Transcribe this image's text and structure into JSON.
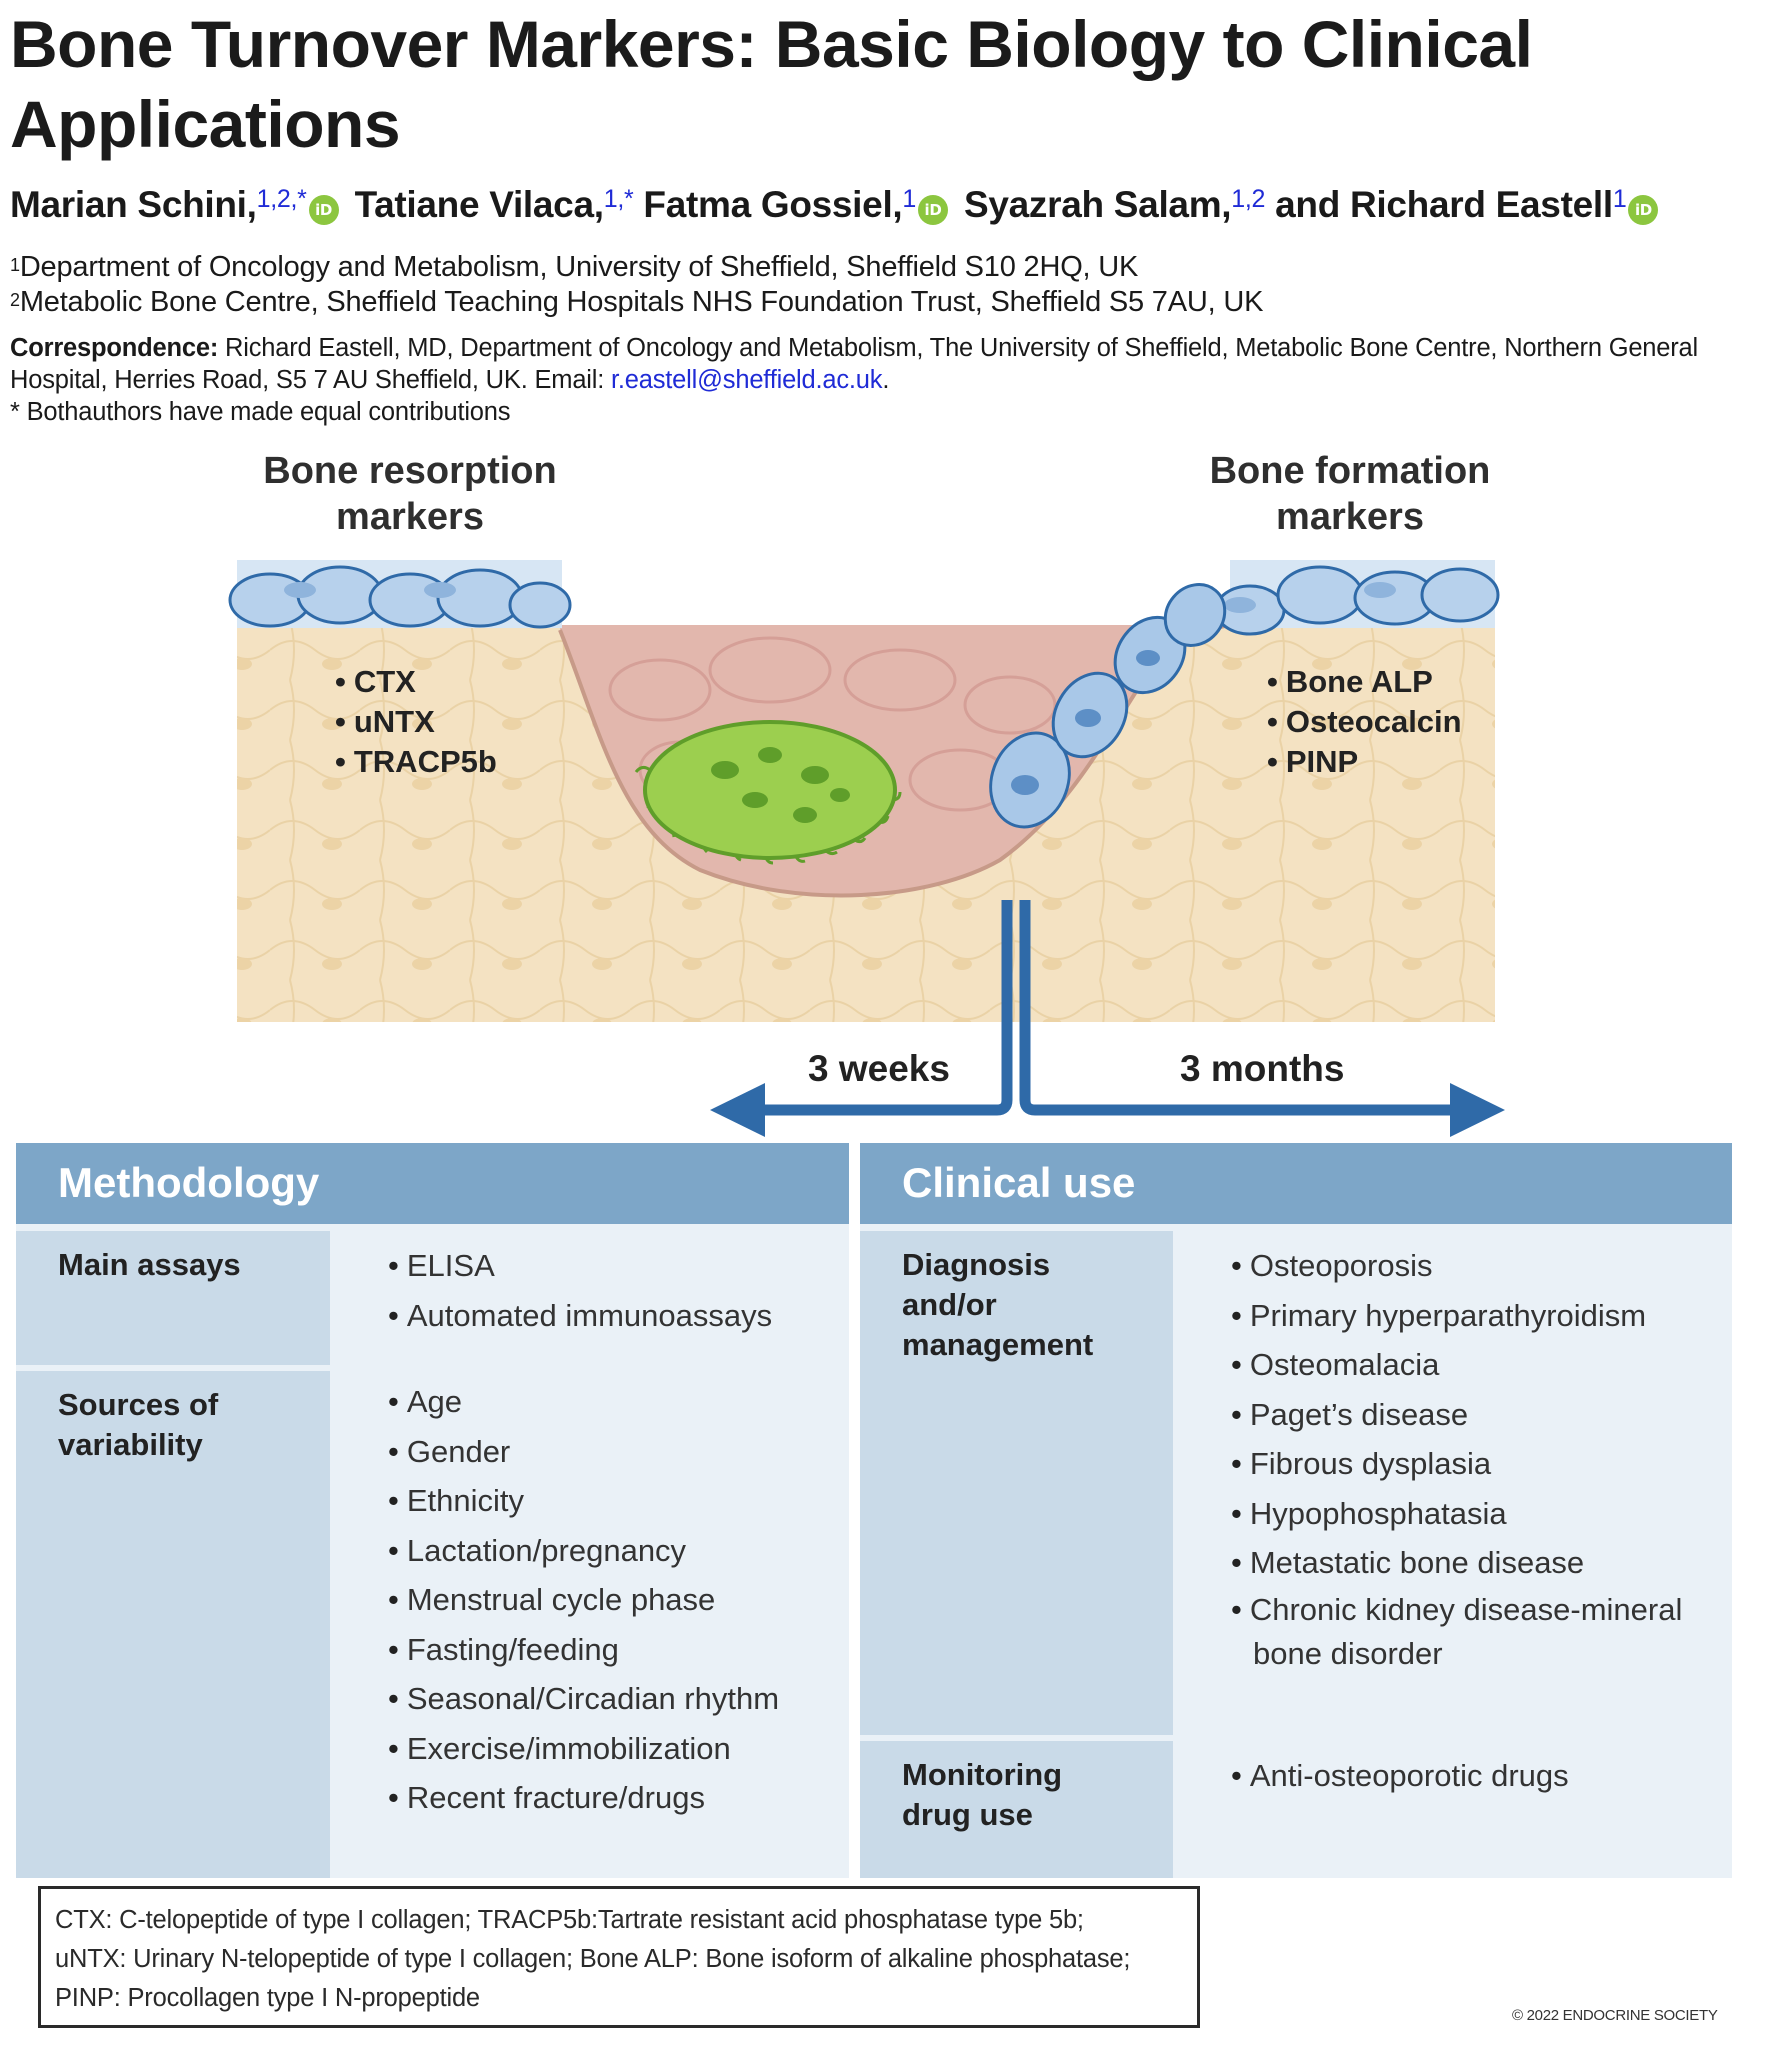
{
  "title": "Bone Turnover Markers: Basic Biology to Clinical Applications",
  "authors": [
    {
      "name": "Marian Schini,",
      "sup": "1,2,*",
      "orcid": true
    },
    {
      "name": "Tatiane Vilaca,",
      "sup": "1,*",
      "orcid": false
    },
    {
      "name": "Fatma Gossiel,",
      "sup": "1",
      "orcid": true
    },
    {
      "name": "Syazrah Salam,",
      "sup": "1,2",
      "orcid": false
    },
    {
      "name": "and Richard Eastell",
      "sup": "1",
      "orcid": true
    }
  ],
  "orcid_label": "iD",
  "affiliations": [
    {
      "num": "1",
      "text": "Department of Oncology and Metabolism, University of Sheffield, Sheffield S10 2HQ, UK"
    },
    {
      "num": "2",
      "text": "Metabolic Bone Centre, Sheffield Teaching Hospitals NHS Foundation Trust, Sheffield S5 7AU, UK"
    }
  ],
  "correspondence": {
    "label": "Correspondence:",
    "text": " Richard Eastell, MD, Department of Oncology and Metabolism, The University of Sheffield, Metabolic Bone Centre, Northern General Hospital, Herries Road, S5 7 AU Sheffield, UK. Email: ",
    "email": "r.eastell@sheffield.ac.uk",
    "end": "."
  },
  "equal_contribution": "* Bothauthors have made equal contributions",
  "illustration": {
    "resorption_heading": [
      "Bone resorption",
      "markers"
    ],
    "resorption_markers": [
      "CTX",
      "uNTX",
      "TRACP5b"
    ],
    "formation_heading": [
      "Bone formation",
      "markers"
    ],
    "formation_markers": [
      "Bone ALP",
      "Osteocalcin",
      "PINP"
    ],
    "left_duration": "3 weeks",
    "right_duration": "3 months"
  },
  "methodology": {
    "title": "Methodology",
    "rows": [
      {
        "label": "Main assays",
        "items": [
          "ELISA",
          "Automated immunoassays"
        ]
      },
      {
        "label": "Sources of variability",
        "items": [
          "Age",
          "Gender",
          "Ethnicity",
          "Lactation/pregnancy",
          "Menstrual cycle phase",
          "Fasting/feeding",
          "Seasonal/Circadian rhythm",
          "Exercise/immobilization",
          "Recent fracture/drugs"
        ]
      }
    ]
  },
  "clinical_use": {
    "title": "Clinical use",
    "rows": [
      {
        "label": "Diagnosis and/or management",
        "items": [
          "Osteoporosis",
          "Primary hyperparathyroidism",
          "Osteomalacia",
          "Paget’s disease",
          "Fibrous dysplasia",
          "Hypophosphatasia",
          "Metastatic bone disease",
          "Chronic kidney disease-mineral bone disorder"
        ]
      },
      {
        "label": "Monitoring drug use",
        "items": [
          "Anti-osteoporotic drugs"
        ]
      }
    ]
  },
  "abbreviations": [
    "CTX: C-telopeptide of type I collagen; TRACP5b:Tartrate resistant acid phosphatase type 5b;",
    "uNTX: Urinary N-telopeptide of type I collagen; Bone ALP: Bone isoform of alkaline phosphatase;",
    "PINP: Procollagen type I N-propeptide"
  ],
  "copyright": "© 2022 ENDOCRINE SOCIETY",
  "colors": {
    "header_blue": "#7da6c8",
    "label_blue": "#c9dae8",
    "cell_blue": "#eaf1f7",
    "arrow_blue": "#3a6fa4",
    "osteoclast_green": "#8cc63f",
    "osteoblast_blue": "#a9c8e8",
    "bone_tan": "#f3dfbd",
    "link_blue": "#1f2bd6"
  }
}
